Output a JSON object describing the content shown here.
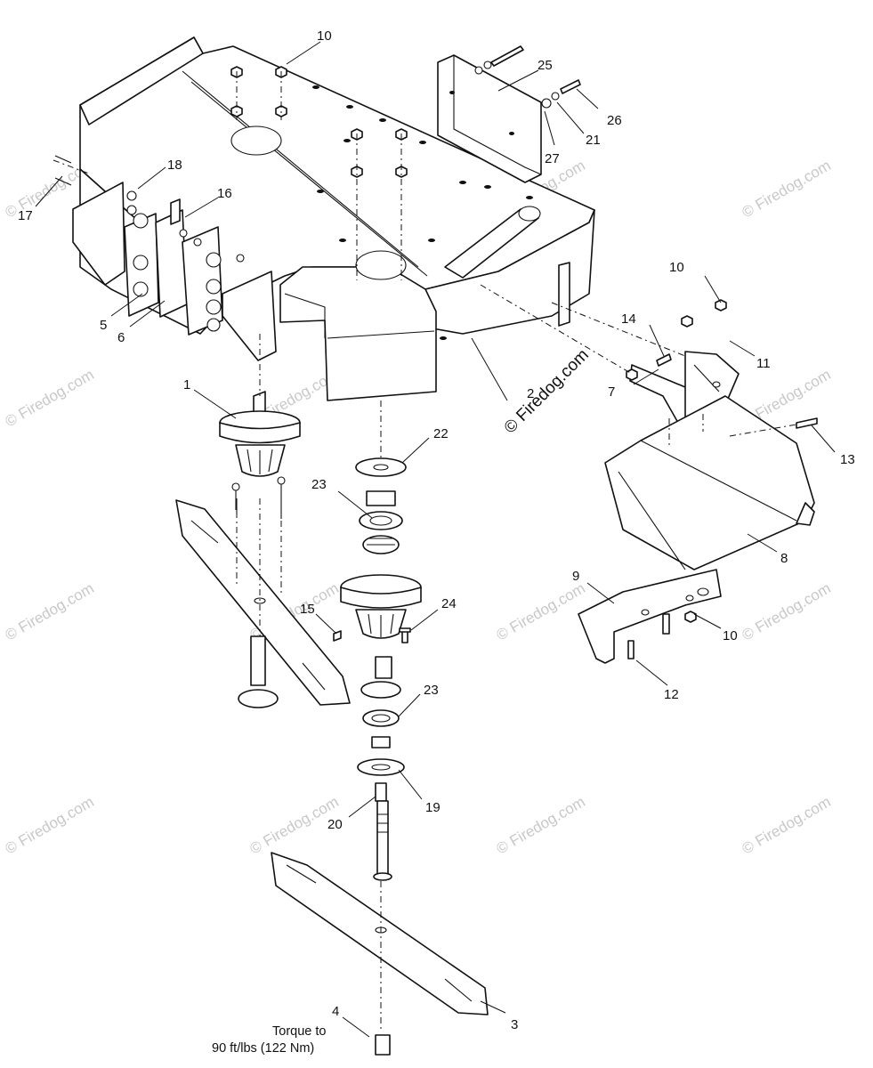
{
  "callouts": [
    {
      "id": "c10a",
      "label": "10"
    },
    {
      "id": "c25",
      "label": "25"
    },
    {
      "id": "c26",
      "label": "26"
    },
    {
      "id": "c21",
      "label": "21"
    },
    {
      "id": "c27",
      "label": "27"
    },
    {
      "id": "c18",
      "label": "18"
    },
    {
      "id": "c16",
      "label": "16"
    },
    {
      "id": "c17",
      "label": "17"
    },
    {
      "id": "c5",
      "label": "5"
    },
    {
      "id": "c6",
      "label": "6"
    },
    {
      "id": "c1",
      "label": "1"
    },
    {
      "id": "c2",
      "label": "2"
    },
    {
      "id": "c22",
      "label": "22"
    },
    {
      "id": "c23a",
      "label": "23"
    },
    {
      "id": "c15",
      "label": "15"
    },
    {
      "id": "c24",
      "label": "24"
    },
    {
      "id": "c23b",
      "label": "23"
    },
    {
      "id": "c19",
      "label": "19"
    },
    {
      "id": "c20",
      "label": "20"
    },
    {
      "id": "c4",
      "label": "4"
    },
    {
      "id": "c3",
      "label": "3"
    },
    {
      "id": "c10b",
      "label": "10"
    },
    {
      "id": "c14",
      "label": "14"
    },
    {
      "id": "c11",
      "label": "11"
    },
    {
      "id": "c7",
      "label": "7"
    },
    {
      "id": "c13",
      "label": "13"
    },
    {
      "id": "c8",
      "label": "8"
    },
    {
      "id": "c9",
      "label": "9"
    },
    {
      "id": "c10c",
      "label": "10"
    },
    {
      "id": "c12",
      "label": "12"
    }
  ],
  "torque_note": {
    "line1": "Torque to",
    "line2": "90 ft/lbs (122 Nm)"
  },
  "watermark": {
    "main": "© Firedog.com",
    "faint": "© Firedog.com"
  }
}
